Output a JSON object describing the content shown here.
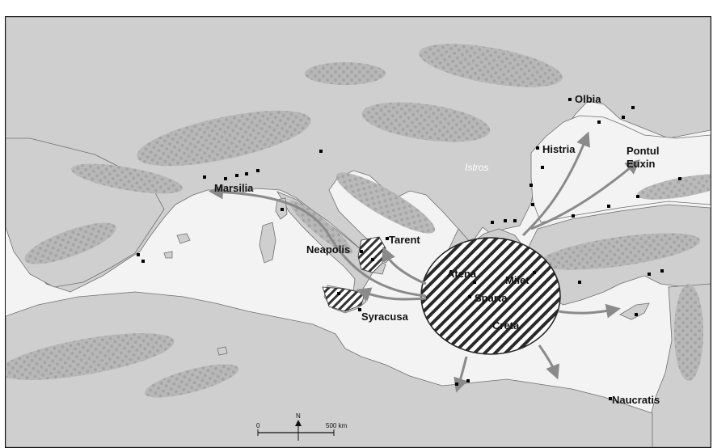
{
  "map": {
    "colors": {
      "sea": "#f3f3f3",
      "land": "#cfcfcf",
      "mountains": "#b0b0b0",
      "arrows": "#8a8a8a",
      "colony_markers": "#000000"
    },
    "river": "Istros",
    "places": {
      "olbia": "Olbia",
      "histria": "Histria",
      "pontul_euxin_line1": "Pontul",
      "pontul_euxin_line2": "Euxin",
      "marsilia": "Marsilia",
      "neapolis": "Neapolis",
      "tarent": "Tarent",
      "atena": "Atena",
      "milet": "Milet",
      "sparta": "Sparta",
      "syracusa": "Syracusa",
      "creta": "Creta",
      "naucratis": "Naucratis"
    },
    "scale_bar": {
      "start": "0",
      "end": "500 km",
      "north": "N"
    }
  }
}
